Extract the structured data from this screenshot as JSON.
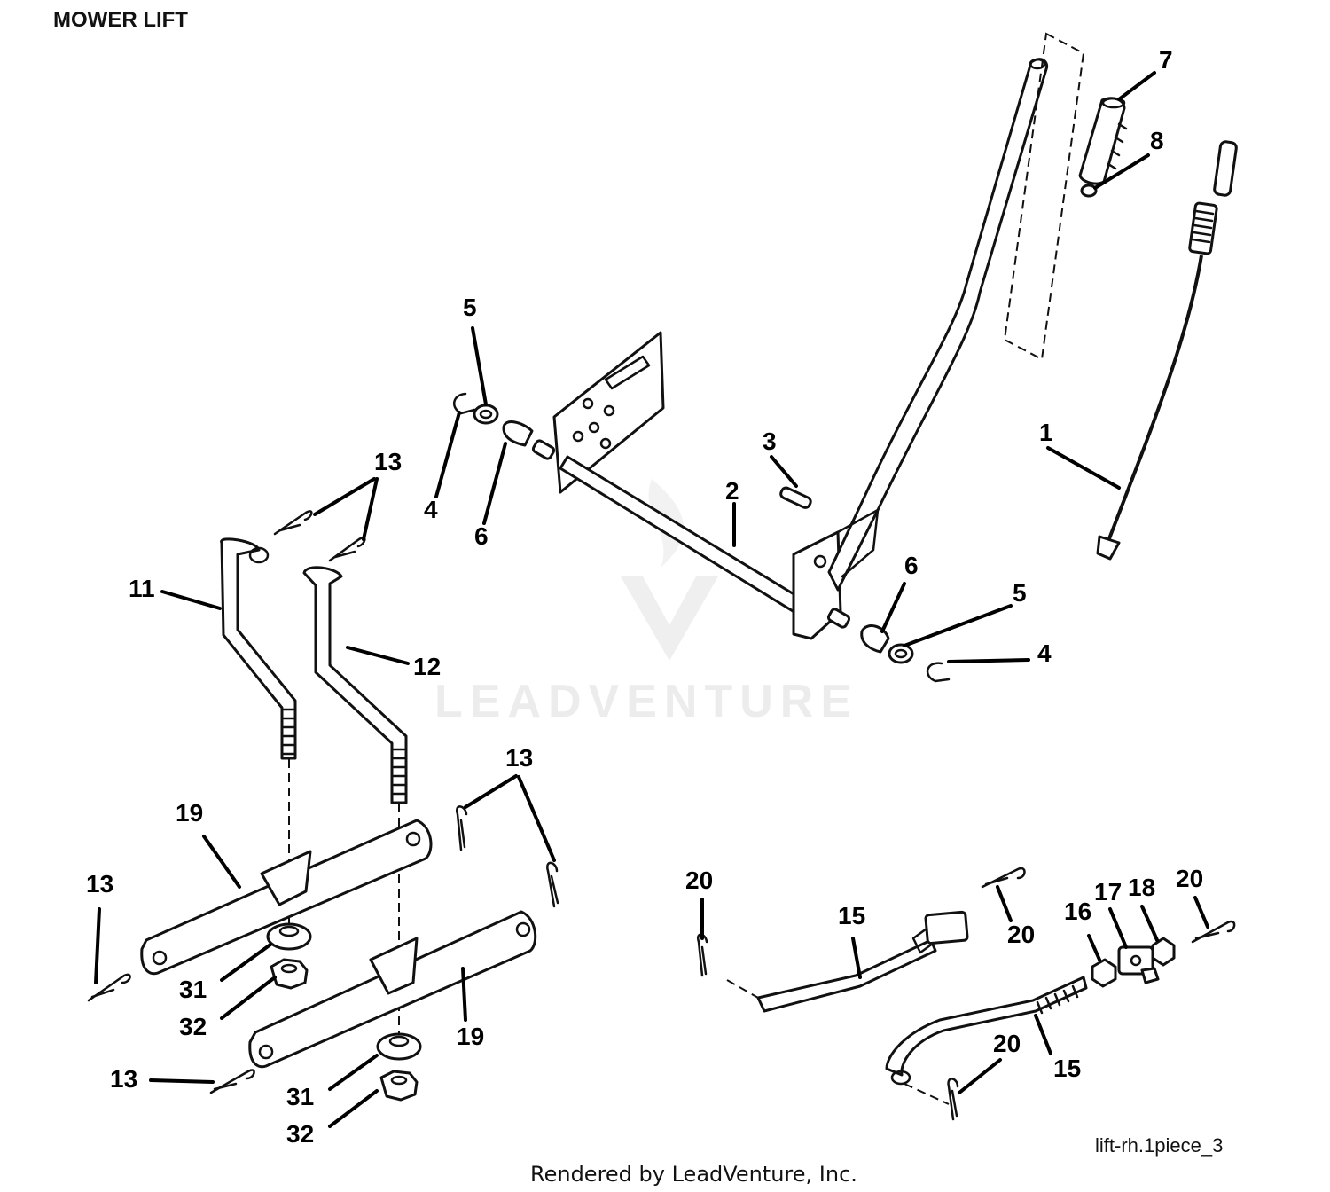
{
  "header": {
    "title": "MOWER LIFT"
  },
  "watermark": {
    "text": "LEADVENTURE"
  },
  "footer": {
    "diagram_id": "lift-rh.1piece_3",
    "credit": "Rendered by LeadVenture, Inc."
  },
  "callouts": {
    "c1": "1",
    "c2": "2",
    "c3": "3",
    "c4a": "4",
    "c4b": "4",
    "c5a": "5",
    "c5b": "5",
    "c6a": "6",
    "c6b": "6",
    "c7": "7",
    "c8": "8",
    "c11": "11",
    "c12": "12",
    "c13a": "13",
    "c13b": "13",
    "c13c": "13",
    "c13d": "13",
    "c15a": "15",
    "c15b": "15",
    "c16": "16",
    "c17": "17",
    "c18": "18",
    "c19a": "19",
    "c19b": "19",
    "c20a": "20",
    "c20b": "20",
    "c20c": "20",
    "c20d": "20",
    "c31a": "31",
    "c31b": "31",
    "c32a": "32",
    "c32b": "32"
  },
  "colors": {
    "line": "#111111",
    "watermark": "#ececec",
    "background": "#ffffff"
  }
}
